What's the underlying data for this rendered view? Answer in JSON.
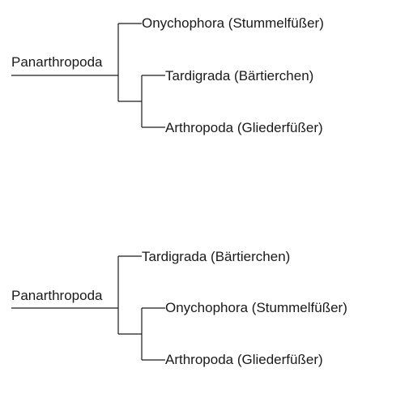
{
  "trees": [
    {
      "root": "Panarthropoda",
      "leaves": [
        "Onychophora (Stummelfüßer)",
        "Tardigrada (Bärtierchen)",
        "Arthropoda (Gliederfüßer)"
      ]
    },
    {
      "root": "Panarthropoda",
      "leaves": [
        "Tardigrada (Bärtierchen)",
        "Onychophora (Stummelfüßer)",
        "Arthropoda (Gliederfüßer)"
      ]
    }
  ],
  "colors": {
    "line": "#1a1a1a",
    "text": "#1a1a1a"
  }
}
